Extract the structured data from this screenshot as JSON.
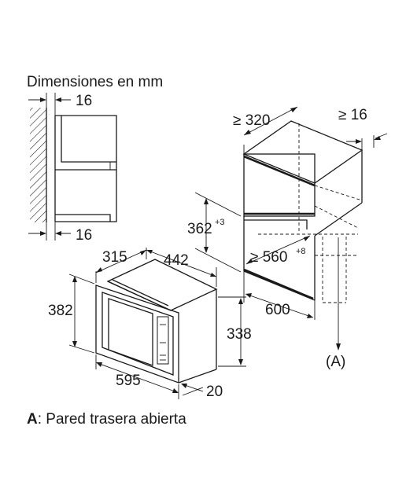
{
  "title": "Dimensiones en mm",
  "niche_section": {
    "top_gap": "16",
    "bottom_gap": "16"
  },
  "niche_3d": {
    "top_depth": "≥ 320",
    "rear_gap": "≥ 16",
    "opening_height": "362",
    "opening_height_tol": "+3",
    "opening_width": "≥ 560",
    "opening_width_tol": "+8",
    "depth": "600",
    "marker": "(A)"
  },
  "appliance": {
    "side_depth": "315",
    "depth": "442",
    "height": "382",
    "inner_height": "338",
    "width": "595",
    "frame_depth": "20"
  },
  "footnote": {
    "key": "A",
    "text": ": Pared trasera abierta"
  }
}
